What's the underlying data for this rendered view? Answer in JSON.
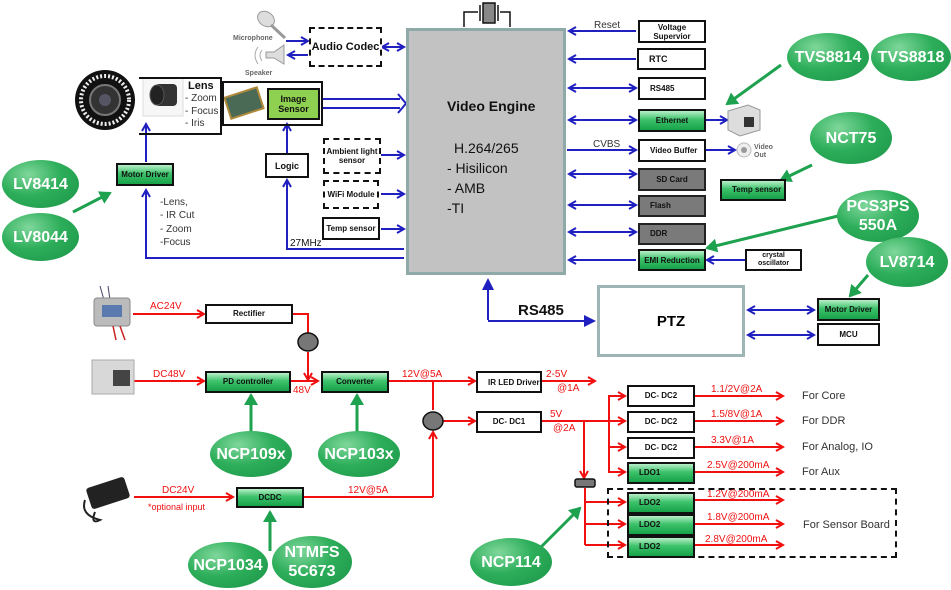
{
  "engine": {
    "title": "Video Engine",
    "codec": "H.264/265",
    "vendors": [
      "- Hisilicon",
      "- AMB",
      "-TI"
    ]
  },
  "left_blocks": {
    "microphone": "Microphone",
    "speaker": "Speaker",
    "audio_codec": "Audio Codec",
    "lens_title": "Lens",
    "lens_features": [
      "- Zoom",
      "- Focus",
      "- Iris"
    ],
    "image_sensor": "Image Sensor",
    "logic": "Logic",
    "ambient": "Ambient light sensor",
    "wifi": "WiFi Module",
    "temp": "Temp sensor",
    "motor_driver": "Motor Driver",
    "motor_targets": [
      "-Lens,",
      "- IR Cut",
      "- Zoom",
      "-Focus"
    ],
    "clock": "27MHz"
  },
  "right_blocks": {
    "reset_label": "Reset",
    "voltage_supervisor": "Voltage Supervior",
    "rtc": "RTC",
    "rs485": "RS485",
    "ethernet": "Ethernet",
    "cvbs_label": "CVBS",
    "video_buffer": "Video Buffer",
    "video_out": "Video Out",
    "sd_card": "SD Card",
    "flash": "Flash",
    "ddr": "DDR",
    "emi": "EMI Reduction",
    "crystal": "crystal oscillator",
    "temp_sensor": "Temp sensor"
  },
  "ptz": {
    "bus_label": "RS485",
    "title": "PTZ",
    "motor_driver": "Motor Driver",
    "mcu": "MCU"
  },
  "power": {
    "ac_label": "AC24V",
    "rectifier": "Rectifier",
    "dc48_label": "DC48V",
    "pd_controller": "PD controller",
    "v48_label": "48V",
    "converter": "Converter",
    "rail_12v_label": "12V@5A",
    "ir_led_driver": "IR LED Driver",
    "ir_out": "2-5V",
    "ir_out2": "@1A",
    "dcdc1": "DC- DC1",
    "dcdc1_out": "5V",
    "dcdc1_out2": "@2A",
    "dc24_label": "DC24V",
    "optional_label": "*optional input",
    "dcdc": "DCDC",
    "dcdc_out": "12V@5A",
    "rails": [
      {
        "block": "DC- DC2",
        "out": "1.1/2V@2A",
        "use": "For Core"
      },
      {
        "block": "DC- DC2",
        "out": "1.5/8V@1A",
        "use": "For DDR"
      },
      {
        "block": "DC- DC2",
        "out": "3.3V@1A",
        "use": "For Analog, IO"
      },
      {
        "block": "LDO1",
        "out": "2.5V@200mA",
        "use": "For Aux"
      }
    ],
    "sensor_rails": [
      {
        "block": "LDO2",
        "out": "1.2V@200mA"
      },
      {
        "block": "LDO2",
        "out": "1.8V@200mA"
      },
      {
        "block": "LDO2",
        "out": "2.8V@200mA"
      }
    ],
    "sensor_board_label": "For Sensor Board"
  },
  "parts": {
    "lv8414": "LV8414",
    "lv8044": "LV8044",
    "tvs8814": "TVS8814",
    "tvs8818": "TVS8818",
    "nct75": "NCT75",
    "pcs3ps_a": "PCS3PS",
    "pcs3ps_b": "550A",
    "lv8714": "LV8714",
    "ncp109x": "NCP109x",
    "ncp103x": "NCP103x",
    "ncp1034": "NCP1034",
    "ntmfs_a": "NTMFS",
    "ntmfs_b": "5C673",
    "ncp114": "NCP114"
  },
  "colors": {
    "signal": "#2020c0",
    "power": "#f01010",
    "part": "#1fa24f"
  }
}
